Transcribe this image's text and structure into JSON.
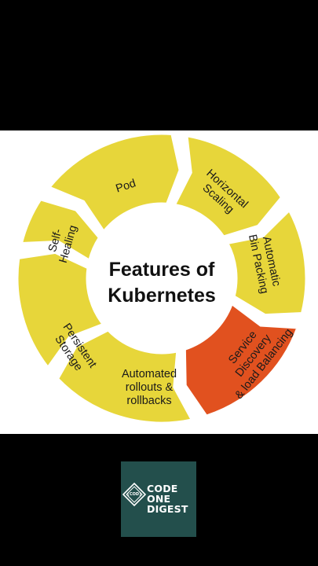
{
  "diagram": {
    "center_title": [
      "Features of",
      "Kubernetes"
    ],
    "segments": [
      {
        "id": "pod",
        "lines": [
          "Pod"
        ],
        "color": "#e7d63a"
      },
      {
        "id": "horizontal-scaling",
        "lines": [
          "Horizontal",
          "Scaling"
        ],
        "color": "#e7d63a"
      },
      {
        "id": "automatic-bin-packing",
        "lines": [
          "Automatic",
          "Bin Packing"
        ],
        "color": "#e7d63a"
      },
      {
        "id": "service-discovery",
        "lines": [
          "Service",
          "Discovery",
          "& load Balancing"
        ],
        "color": "#e1511f"
      },
      {
        "id": "automated-rollouts",
        "lines": [
          "Automated",
          "rollouts &",
          "rollbacks"
        ],
        "color": "#e7d63a"
      },
      {
        "id": "persistent-storage",
        "lines": [
          "Persistent",
          "Storage"
        ],
        "color": "#e7d63a"
      },
      {
        "id": "self-healing",
        "lines": [
          "Self-",
          "Healing"
        ],
        "color": "#e7d63a"
      }
    ]
  },
  "logo": {
    "badge_text": "{COD}",
    "words": [
      "CODE",
      "ONE",
      "DIGEST"
    ],
    "background": "#234f4c"
  }
}
